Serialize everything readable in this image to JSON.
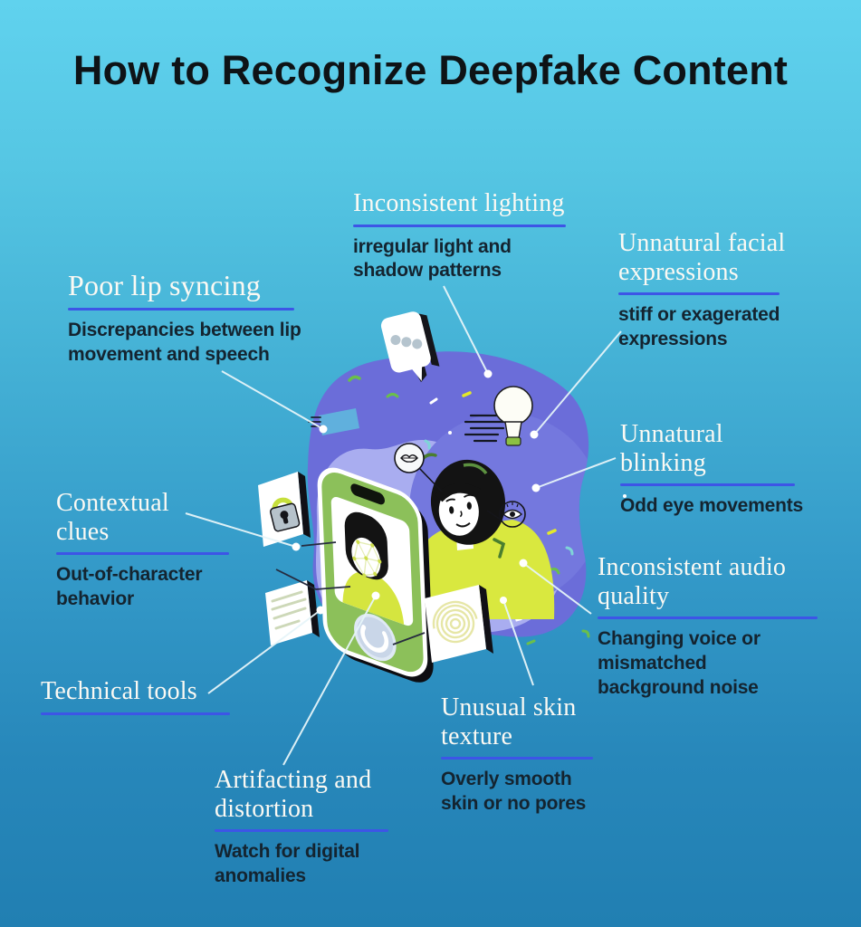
{
  "title": "How to Recognize Deepfake Content",
  "callouts": [
    {
      "id": "inconsistent-lighting",
      "title": "Inconsistent lighting",
      "desc": "irregular light and shadow patterns"
    },
    {
      "id": "unnatural-facial-expressions",
      "title": "Unnatural facial expressions",
      "desc": "stiff or exagerated expressions"
    },
    {
      "id": "poor-lip-syncing",
      "title": "Poor lip syncing",
      "desc": "Discrepancies between lip movement and speech"
    },
    {
      "id": "unnatural-blinking",
      "title": "Unnatural blinking",
      "desc": "Odd eye movements"
    },
    {
      "id": "contextual-clues",
      "title": "Contextual clues",
      "desc": "Out-of-character behavior"
    },
    {
      "id": "inconsistent-audio-quality",
      "title": "Inconsistent audio quality",
      "desc": "Changing voice or mismatched background noise"
    },
    {
      "id": "technical-tools",
      "title": "Technical tools",
      "desc": ""
    },
    {
      "id": "unusual-skin-texture",
      "title": "Unusual skin texture",
      "desc": "Overly smooth skin or no pores"
    },
    {
      "id": "artifacting-and-distortion",
      "title": "Artifacting and distortion",
      "desc": "Watch for digital anomalies"
    }
  ],
  "colors": {
    "background_top": "#60d2ee",
    "background_bottom": "#217fb2",
    "heading_text": "#fbf9f3",
    "heading_underline": "#3d55e6",
    "body_text": "#142430",
    "title_text": "#0e1316",
    "blob_purple": "#6b6dd9",
    "blob_light": "#a9adf0",
    "phone_green": "#8cc05a",
    "shirt_lime": "#d9e83f"
  },
  "illustration": {
    "icons": [
      "speech-bubble-icon",
      "lightbulb-icon",
      "padlock-icon",
      "document-icon",
      "smartphone-icon",
      "video-call-face",
      "face-mesh-overlay",
      "call-button-icon",
      "fingerprint-icon",
      "lips-icon",
      "eye-icon",
      "person-figure"
    ]
  }
}
